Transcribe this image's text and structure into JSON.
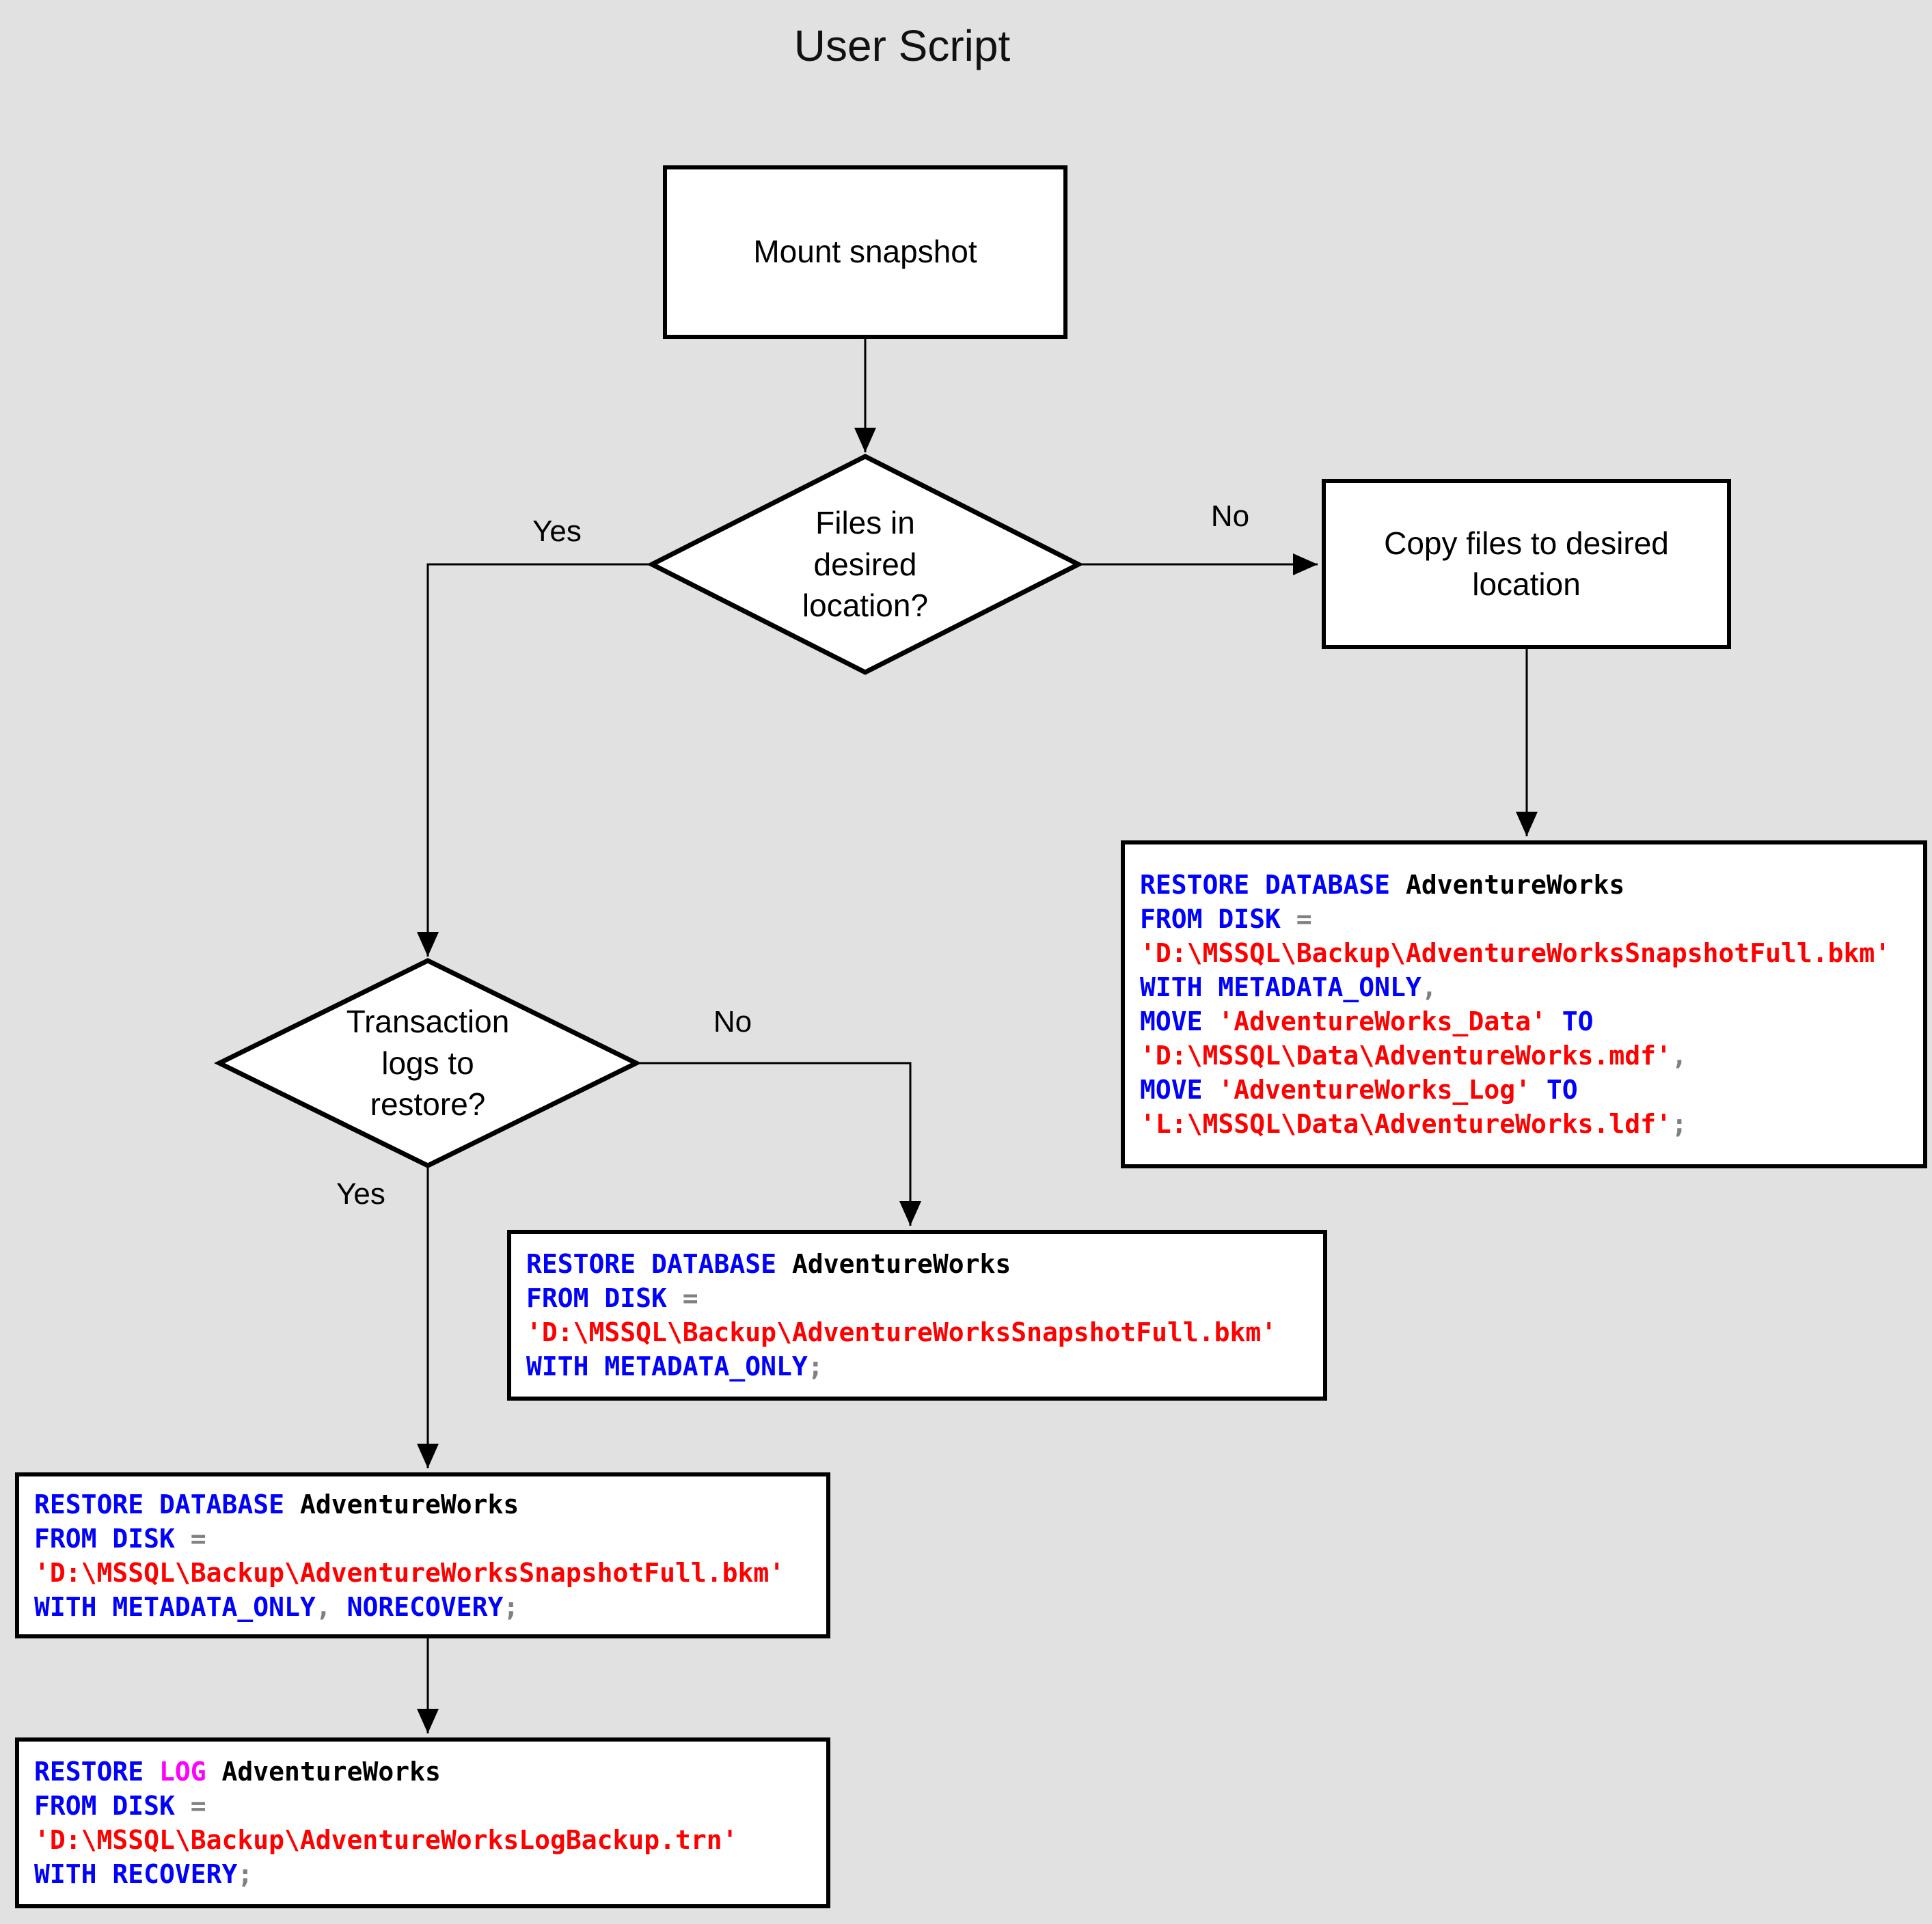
{
  "title": "User Script",
  "background_color": "#e1e1e1",
  "nodes": {
    "mount": {
      "label": "Mount snapshot"
    },
    "files_decision": {
      "label": "Files in\ndesired\nlocation?"
    },
    "copy": {
      "label": "Copy files to desired location"
    },
    "logs_decision": {
      "label": "Transaction\nlogs to\nrestore?"
    }
  },
  "edges": {
    "files_yes": "Yes",
    "files_no": "No",
    "logs_yes": "Yes",
    "logs_no": "No"
  },
  "colors": {
    "keyword": "#0000ff",
    "string": "#ff0000",
    "identifier": "#000000",
    "operator": "#808080",
    "log_keyword": "#ff00ff"
  },
  "code_boxes": {
    "copy_restore": {
      "lines": [
        [
          {
            "t": "RESTORE DATABASE ",
            "c": "keyword"
          },
          {
            "t": "AdventureWorks",
            "c": "identifier"
          }
        ],
        [
          {
            "t": "FROM DISK ",
            "c": "keyword"
          },
          {
            "t": "=",
            "c": "operator"
          }
        ],
        [
          {
            "t": "'D:\\MSSQL\\Backup\\AdventureWorksSnapshotFull.bkm'",
            "c": "string"
          }
        ],
        [
          {
            "t": "WITH METADATA_ONLY",
            "c": "keyword"
          },
          {
            "t": ",",
            "c": "operator"
          }
        ],
        [
          {
            "t": "MOVE ",
            "c": "keyword"
          },
          {
            "t": "'AdventureWorks_Data'",
            "c": "string"
          },
          {
            "t": " TO",
            "c": "keyword"
          }
        ],
        [
          {
            "t": "'D:\\MSSQL\\Data\\AdventureWorks.mdf'",
            "c": "string"
          },
          {
            "t": ",",
            "c": "operator"
          }
        ],
        [
          {
            "t": "MOVE ",
            "c": "keyword"
          },
          {
            "t": "'AdventureWorks_Log'",
            "c": "string"
          },
          {
            "t": " TO",
            "c": "keyword"
          }
        ],
        [
          {
            "t": "'L:\\MSSQL\\Data\\AdventureWorks.ldf'",
            "c": "string"
          },
          {
            "t": ";",
            "c": "operator"
          }
        ]
      ]
    },
    "no_logs_restore": {
      "lines": [
        [
          {
            "t": "RESTORE DATABASE ",
            "c": "keyword"
          },
          {
            "t": "AdventureWorks",
            "c": "identifier"
          }
        ],
        [
          {
            "t": "FROM DISK ",
            "c": "keyword"
          },
          {
            "t": "=",
            "c": "operator"
          }
        ],
        [
          {
            "t": "'D:\\MSSQL\\Backup\\AdventureWorksSnapshotFull.bkm'",
            "c": "string"
          }
        ],
        [
          {
            "t": "WITH METADATA_ONLY",
            "c": "keyword"
          },
          {
            "t": ";",
            "c": "operator"
          }
        ]
      ]
    },
    "yes_logs_restore": {
      "lines": [
        [
          {
            "t": "RESTORE DATABASE ",
            "c": "keyword"
          },
          {
            "t": "AdventureWorks",
            "c": "identifier"
          }
        ],
        [
          {
            "t": "FROM DISK ",
            "c": "keyword"
          },
          {
            "t": "=",
            "c": "operator"
          }
        ],
        [
          {
            "t": "'D:\\MSSQL\\Backup\\AdventureWorksSnapshotFull.bkm'",
            "c": "string"
          }
        ],
        [
          {
            "t": "WITH METADATA_ONLY",
            "c": "keyword"
          },
          {
            "t": ", ",
            "c": "operator"
          },
          {
            "t": "NORECOVERY",
            "c": "keyword"
          },
          {
            "t": ";",
            "c": "operator"
          }
        ]
      ]
    },
    "restore_log": {
      "lines": [
        [
          {
            "t": "RESTORE ",
            "c": "keyword"
          },
          {
            "t": "LOG",
            "c": "log_keyword"
          },
          {
            "t": " AdventureWorks",
            "c": "identifier"
          }
        ],
        [
          {
            "t": "FROM DISK ",
            "c": "keyword"
          },
          {
            "t": "=",
            "c": "operator"
          }
        ],
        [
          {
            "t": "'D:\\MSSQL\\Backup\\AdventureWorksLogBackup.trn'",
            "c": "string"
          }
        ],
        [
          {
            "t": "WITH RECOVERY",
            "c": "keyword"
          },
          {
            "t": ";",
            "c": "operator"
          }
        ]
      ]
    }
  }
}
